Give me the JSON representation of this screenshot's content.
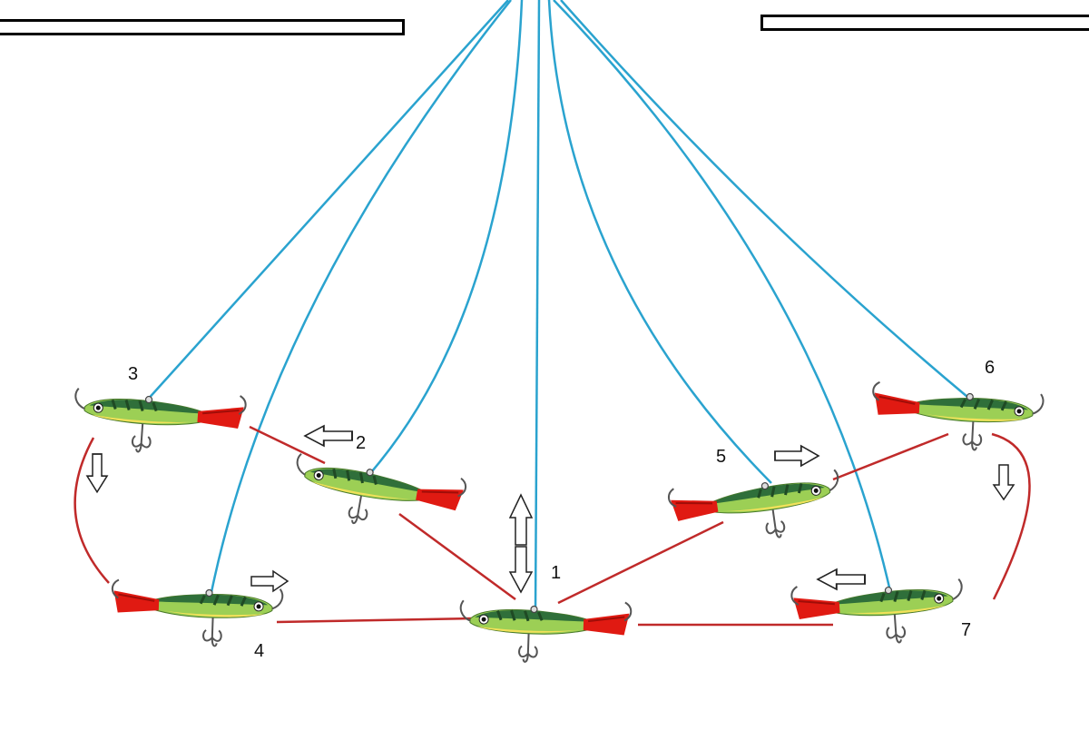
{
  "diagram": {
    "positions": [
      {
        "id": "1",
        "label": "1"
      },
      {
        "id": "2",
        "label": "2"
      },
      {
        "id": "3",
        "label": "3"
      },
      {
        "id": "4",
        "label": "4"
      },
      {
        "id": "5",
        "label": "5"
      },
      {
        "id": "6",
        "label": "6"
      },
      {
        "id": "7",
        "label": "7"
      }
    ],
    "colors": {
      "fishing_line": "#2aa3cf",
      "trajectory": "#c02a2a",
      "lure_body": "#9ccf55",
      "lure_back": "#2f6f3a",
      "lure_belly": "#f2e15a",
      "lure_tail": "#e01a12",
      "hook": "#555555",
      "arrow_outline": "#222222"
    },
    "icons": [
      "ice-hole-bar",
      "balancer-lure-icon",
      "treble-hook-icon",
      "direction-arrow-icon"
    ]
  }
}
